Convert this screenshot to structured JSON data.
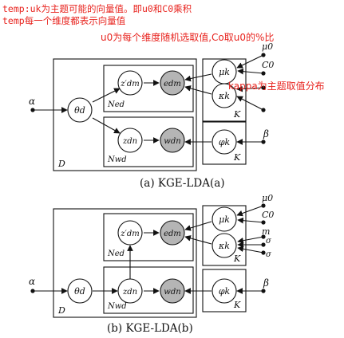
{
  "annotations": {
    "line1": "temp:uk为主题可能的向量值。即u0和C0乘积",
    "line2": "temp每一个维度都表示向量值",
    "line3": "u0为每个维度随机选取值,Co取u0的%比",
    "line4": "kappa为主题取值分布"
  },
  "figure_a": {
    "caption": "(a) KGE-LDA(a)",
    "alpha": "α",
    "theta": "θd",
    "plate_D": "D",
    "z_prime": "z′dm",
    "e_dm": "edm",
    "plate_Ned": "Ned",
    "z_dn": "zdn",
    "w_dn": "wdn",
    "plate_Nwd": "Nwd",
    "mu_k": "μk",
    "kappa_k": "κk",
    "plate_K_top": "K",
    "mu_0": "μ0",
    "C_0": "C0",
    "phi_k": "φk",
    "plate_K_bottom": "K",
    "beta": "β"
  },
  "figure_b": {
    "caption": "(b) KGE-LDA(b)",
    "alpha": "α",
    "theta": "θd",
    "plate_D": "D",
    "z_prime": "z′dm",
    "e_dm": "edm",
    "plate_Ned": "Ned",
    "z_dn": "zdn",
    "w_dn": "wdn",
    "plate_Nwd": "Nwd",
    "mu_k": "μk",
    "kappa_k": "κk",
    "plate_K_top": "K",
    "mu_0": "μ0",
    "C_0": "C0",
    "m": "m",
    "sigma_1": "σ",
    "sigma_2": "σ",
    "phi_k": "φk",
    "plate_K_bottom": "K",
    "beta": "β"
  },
  "colors": {
    "annotation": "#e8231e",
    "observed_fill": "#b5b5b5",
    "stroke": "#111111"
  }
}
